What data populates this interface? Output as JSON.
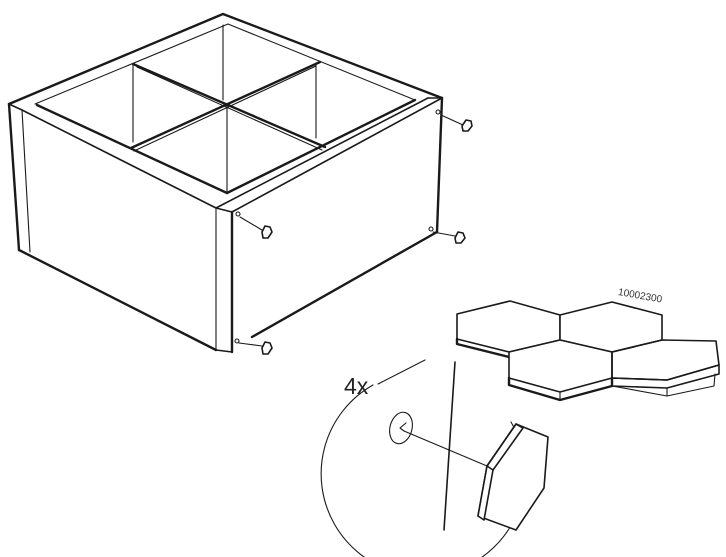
{
  "diagram": {
    "type": "assembly-instruction",
    "subject": "4-compartment cube shelf unit with felt pads attached to back panel",
    "quantity_label": "4x",
    "part_number": "10002300",
    "part_sheet": {
      "shape": "hexagonal felt pads",
      "count_visible": 5,
      "highlighted_pad_color": "#dcdcdc"
    },
    "callout": {
      "shape": "circle",
      "shows": "single hexagonal pad being pressed onto hole mark"
    },
    "pad_positions": [
      "top-right",
      "middle-left",
      "middle-right",
      "bottom-left"
    ],
    "colors": {
      "line": "#1a1a1a",
      "background": "#ffffff",
      "highlight": "#dcdcdc"
    }
  }
}
